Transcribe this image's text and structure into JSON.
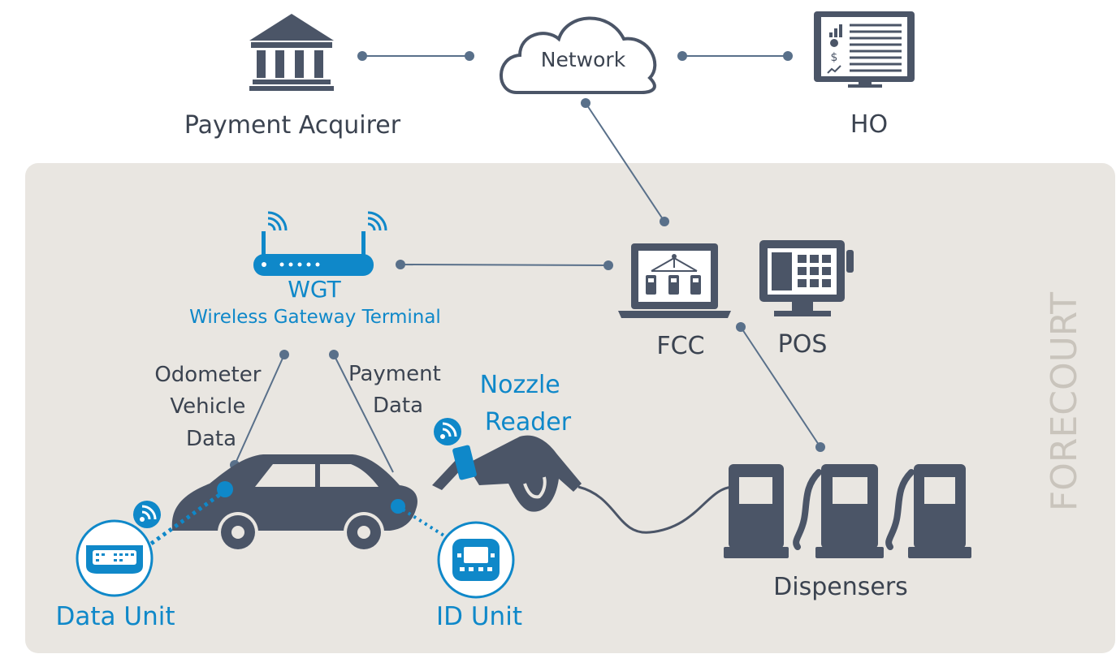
{
  "colors": {
    "dark": "#4b5567",
    "blue": "#0f88c9",
    "panel": "#e9e6e1",
    "line": "#59708a"
  },
  "labels": {
    "payment_acquirer": "Payment Acquirer",
    "network": "Network",
    "ho": "HO",
    "wgt": "WGT",
    "wgt_full": "Wireless Gateway Terminal",
    "fcc": "FCC",
    "pos": "POS",
    "odometer": [
      "Odometer",
      "Vehicle",
      "Data"
    ],
    "payment_data": [
      "Payment",
      "Data"
    ],
    "nozzle_reader": [
      "Nozzle",
      "Reader"
    ],
    "dispensers": "Dispensers",
    "data_unit": "Data Unit",
    "id_unit": "ID Unit",
    "forecourt": "FORECOURT",
    "hmi_currency": "$"
  },
  "icons": [
    "bank-icon",
    "cloud-icon",
    "monitor-report-icon",
    "router-icon",
    "laptop-fcc-icon",
    "pos-terminal-icon",
    "car-icon",
    "fuel-nozzle-icon",
    "fuel-dispenser-icon",
    "obd-unit-icon",
    "id-unit-icon",
    "wireless-signal-icon"
  ]
}
